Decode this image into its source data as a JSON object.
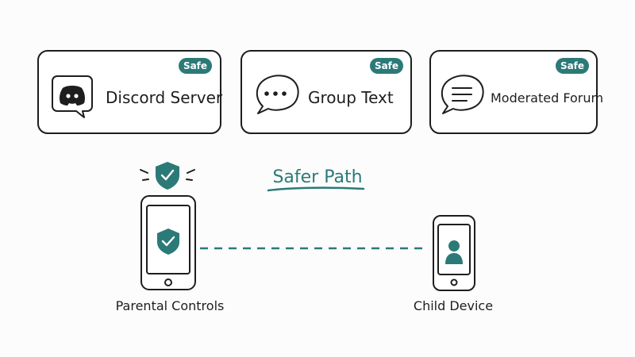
{
  "accent_color": "#2b7a78",
  "ink_color": "#1e1e1e",
  "platforms": [
    {
      "label": "Discord Server",
      "badge": "Safe",
      "icon": "discord-logo-icon"
    },
    {
      "label": "Group Text",
      "badge": "Safe",
      "icon": "speech-bubble-dots-icon"
    },
    {
      "label": "Moderated Forum",
      "badge": "Safe",
      "icon": "speech-bubble-lines-icon"
    }
  ],
  "path_label": "Safer Path",
  "parent_device": {
    "label": "Parental Controls",
    "icon": "shield-check-icon"
  },
  "child_device": {
    "label": "Child Device",
    "icon": "person-icon"
  }
}
